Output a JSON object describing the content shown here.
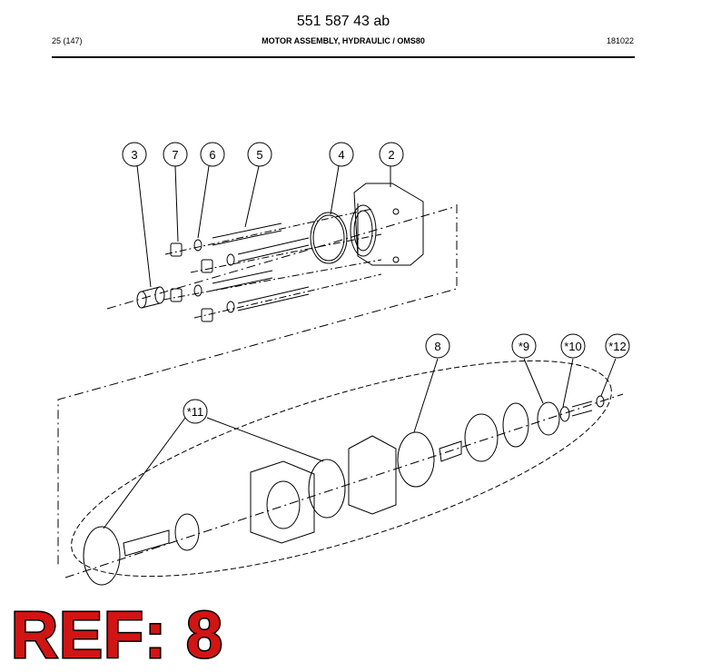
{
  "header": {
    "doc_number": "551 587 43 ab",
    "page_index": "25 (147)",
    "title": "MOTOR ASSEMBLY, HYDRAULIC / OMS80",
    "date": "181022"
  },
  "callouts": [
    "3",
    "7",
    "6",
    "5",
    "4",
    "2",
    "8",
    "*9",
    "*10",
    "*12",
    "*11"
  ],
  "ref_stamp": "REF: 8"
}
